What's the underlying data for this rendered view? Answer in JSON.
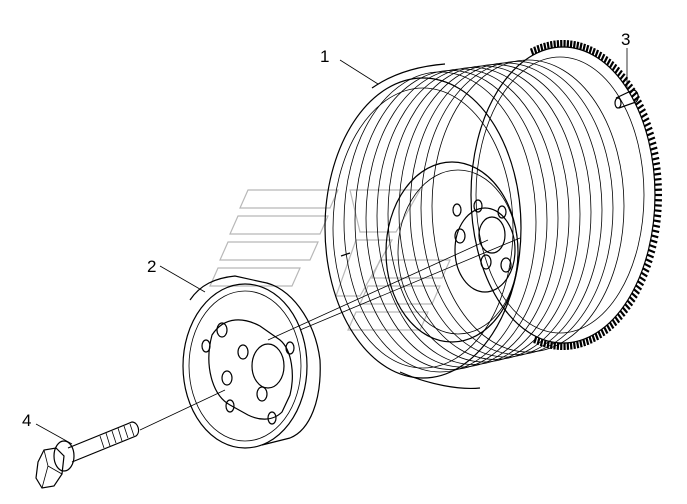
{
  "callouts": [
    {
      "id": "1",
      "label": "1"
    },
    {
      "id": "2",
      "label": "2"
    },
    {
      "id": "3",
      "label": "3"
    },
    {
      "id": "4",
      "label": "4"
    }
  ],
  "colors": {
    "line": "#000000",
    "background": "#ffffff",
    "watermark": "#b8b8b8"
  },
  "icons": {
    "watermark": "brand-logo-watermark"
  }
}
